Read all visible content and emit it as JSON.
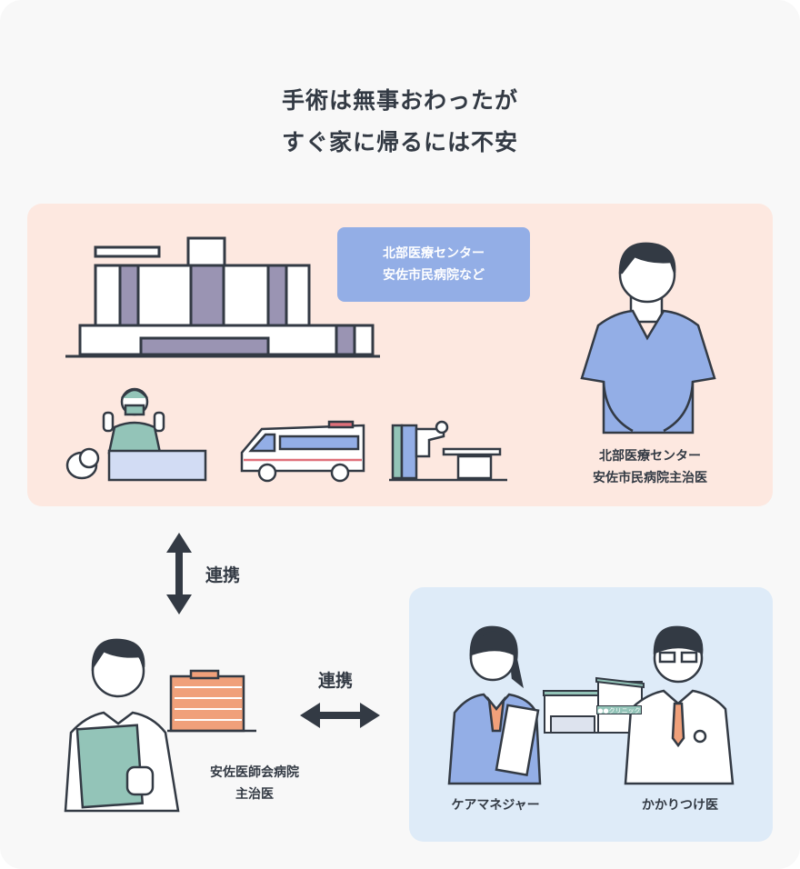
{
  "title": {
    "line1": "手術は無事おわったが",
    "line2": "すぐ家に帰るには不安"
  },
  "hospital_badge": {
    "line1": "北部医療センター",
    "line2": "安佐市民病院など"
  },
  "hospital_doctor": {
    "line1": "北部医療センター",
    "line2": "安佐市民病院主治医"
  },
  "link_vertical": "連携",
  "link_horizontal": "連携",
  "medical_association_doctor": {
    "line1": "安佐医師会病院",
    "line2": "主治医"
  },
  "care_manager": "ケアマネジャー",
  "family_doctor": "かかりつけ医",
  "clinic_sign": "●●クリニック",
  "colors": {
    "pink_panel": "#fde8e0",
    "blue_panel": "#deebf8",
    "badge": "#93aee6",
    "text": "#333a44"
  }
}
